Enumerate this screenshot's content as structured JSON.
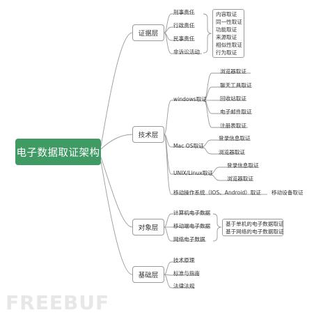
{
  "root": "电子数据取证架构",
  "layers": {
    "evidence": {
      "label": "证据层",
      "items": [
        "刑事责任",
        "行政责任",
        "民事责任",
        "非诉讼活动"
      ],
      "details": [
        "内容取证",
        "同一性取证",
        "功能取证",
        "来源取证",
        "相似性取证",
        "行为取证"
      ]
    },
    "technology": {
      "label": "技术层",
      "windows": {
        "label": "windows取证",
        "items": [
          "浏览器取证",
          "聊天工具取证",
          "回收站取证",
          "电子邮件取证",
          "注册表取证"
        ]
      },
      "mac": {
        "label": "Mac OS取证",
        "items": [
          "登录信息取证",
          "浏览器取证"
        ]
      },
      "unix": {
        "label": "UNIX/Linux取证",
        "items": [
          "登录信息取证",
          "浏览器取证"
        ]
      },
      "mobile": {
        "label": "移动操作系统（IOS、Android）取证",
        "items": [
          "移动设备取证"
        ]
      }
    },
    "object": {
      "label": "对象层",
      "items": [
        "计算机电子数据",
        "移动端电子数据",
        "网络电子数据"
      ],
      "details": [
        "基于单机的电子数据取证",
        "基于网络的电子数据取证"
      ]
    },
    "foundation": {
      "label": "基础层",
      "items": [
        "技术原理",
        "标准与指南",
        "法律法规"
      ]
    }
  },
  "watermark": "FREEBUF"
}
